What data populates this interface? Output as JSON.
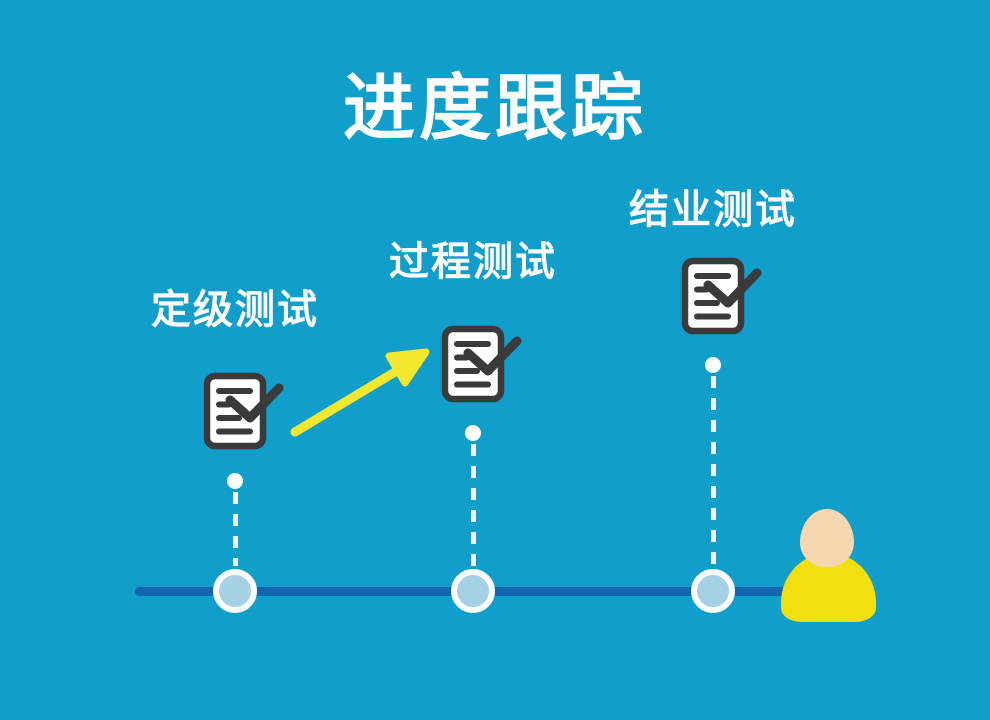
{
  "title": "进度跟踪",
  "milestones": [
    {
      "label": "定级测试"
    },
    {
      "label": "过程测试"
    },
    {
      "label": "结业测试"
    }
  ],
  "icons": [
    {
      "name": "document-check-icon",
      "meaning": "completed test report"
    },
    {
      "name": "arrow-up-right-icon",
      "meaning": "progress from milestone 1 to 2"
    },
    {
      "name": "person-icon",
      "meaning": "student at end of timeline"
    }
  ],
  "colors": {
    "background": "#119ECB",
    "timeline": "#1268B0",
    "node_fill": "#A6D0E4",
    "white": "#FFFFFF",
    "arrow_yellow": "#F4E72E",
    "person_body_yellow": "#F2DF0E",
    "person_skin": "#F4D7AF",
    "icon_dark": "#3A3A3A",
    "text": "#FFFFFF"
  }
}
